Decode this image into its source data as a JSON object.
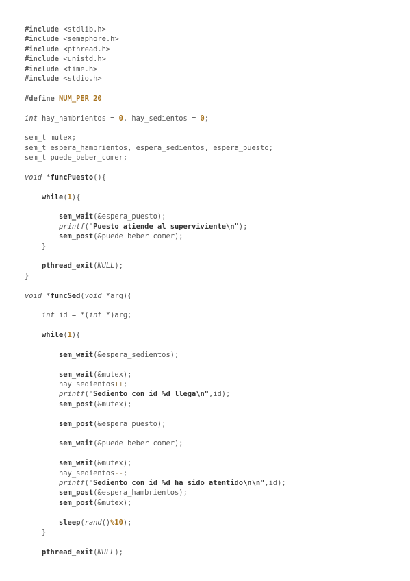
{
  "document": {
    "language": "c",
    "colors": {
      "background": "#ffffff",
      "text": "#555555",
      "number": "#a8731e"
    },
    "lines": [
      [
        [
          "pp",
          "#include "
        ],
        [
          "plain",
          "<stdlib.h>"
        ]
      ],
      [
        [
          "pp",
          "#include "
        ],
        [
          "plain",
          "<semaphore.h>"
        ]
      ],
      [
        [
          "pp",
          "#include "
        ],
        [
          "plain",
          "<pthread.h>"
        ]
      ],
      [
        [
          "pp",
          "#include "
        ],
        [
          "plain",
          "<unistd.h>"
        ]
      ],
      [
        [
          "pp",
          "#include "
        ],
        [
          "plain",
          "<time.h>"
        ]
      ],
      [
        [
          "pp",
          "#include "
        ],
        [
          "plain",
          "<stdio.h>"
        ]
      ],
      [],
      [
        [
          "pp",
          "#define "
        ],
        [
          "num",
          "NUM_PER 20"
        ]
      ],
      [],
      [
        [
          "kw",
          "int"
        ],
        [
          "plain",
          " hay_hambrientos = "
        ],
        [
          "num",
          "0"
        ],
        [
          "plain",
          ", hay_sedientos = "
        ],
        [
          "num",
          "0"
        ],
        [
          "plain",
          ";"
        ]
      ],
      [],
      [
        [
          "plain",
          "sem_t mutex;"
        ]
      ],
      [
        [
          "plain",
          "sem_t espera_hambrientos, espera_sedientos, espera_puesto;"
        ]
      ],
      [
        [
          "plain",
          "sem_t puede_beber_comer;"
        ]
      ],
      [],
      [
        [
          "kw",
          "void"
        ],
        [
          "plain",
          " *"
        ],
        [
          "fn",
          "funcPuesto"
        ],
        [
          "plain",
          "(){"
        ]
      ],
      [],
      [
        [
          "plain",
          "    "
        ],
        [
          "fn",
          "while"
        ],
        [
          "plain",
          "("
        ],
        [
          "num",
          "1"
        ],
        [
          "plain",
          "){"
        ]
      ],
      [],
      [
        [
          "plain",
          "        "
        ],
        [
          "fn",
          "sem_wait"
        ],
        [
          "plain",
          "(&espera_puesto);"
        ]
      ],
      [
        [
          "plain",
          "        "
        ],
        [
          "ital",
          "printf"
        ],
        [
          "plain",
          "("
        ],
        [
          "str",
          "\"Puesto atiende al superviviente\\n\""
        ],
        [
          "plain",
          ");"
        ]
      ],
      [
        [
          "plain",
          "        "
        ],
        [
          "fn",
          "sem_post"
        ],
        [
          "plain",
          "(&puede_beber_comer);"
        ]
      ],
      [
        [
          "plain",
          "    }"
        ]
      ],
      [],
      [
        [
          "plain",
          "    "
        ],
        [
          "fn",
          "pthread_exit"
        ],
        [
          "plain",
          "("
        ],
        [
          "ital",
          "NULL"
        ],
        [
          "plain",
          ");"
        ]
      ],
      [
        [
          "plain",
          "}"
        ]
      ],
      [],
      [
        [
          "kw",
          "void"
        ],
        [
          "plain",
          " *"
        ],
        [
          "fn",
          "funcSed"
        ],
        [
          "plain",
          "("
        ],
        [
          "kw",
          "void"
        ],
        [
          "plain",
          " *arg){"
        ]
      ],
      [],
      [
        [
          "plain",
          "    "
        ],
        [
          "kw",
          "int"
        ],
        [
          "plain",
          " id = *("
        ],
        [
          "kw",
          "int"
        ],
        [
          "plain",
          " *)arg;"
        ]
      ],
      [],
      [
        [
          "plain",
          "    "
        ],
        [
          "fn",
          "while"
        ],
        [
          "plain",
          "("
        ],
        [
          "num",
          "1"
        ],
        [
          "plain",
          "){"
        ]
      ],
      [],
      [
        [
          "plain",
          "        "
        ],
        [
          "fn",
          "sem_wait"
        ],
        [
          "plain",
          "(&espera_sedientos);"
        ]
      ],
      [],
      [
        [
          "plain",
          "        "
        ],
        [
          "fn",
          "sem_wait"
        ],
        [
          "plain",
          "(&mutex);"
        ]
      ],
      [
        [
          "plain",
          "        hay_sedientos"
        ],
        [
          "op",
          "++"
        ],
        [
          "plain",
          ";"
        ]
      ],
      [
        [
          "plain",
          "        "
        ],
        [
          "ital",
          "printf"
        ],
        [
          "plain",
          "("
        ],
        [
          "str",
          "\"Sediento con id %d llega\\n\""
        ],
        [
          "plain",
          ",id);"
        ]
      ],
      [
        [
          "plain",
          "        "
        ],
        [
          "fn",
          "sem_post"
        ],
        [
          "plain",
          "(&mutex);"
        ]
      ],
      [],
      [
        [
          "plain",
          "        "
        ],
        [
          "fn",
          "sem_post"
        ],
        [
          "plain",
          "(&espera_puesto);"
        ]
      ],
      [],
      [
        [
          "plain",
          "        "
        ],
        [
          "fn",
          "sem_wait"
        ],
        [
          "plain",
          "(&puede_beber_comer);"
        ]
      ],
      [],
      [
        [
          "plain",
          "        "
        ],
        [
          "fn",
          "sem_wait"
        ],
        [
          "plain",
          "(&mutex);"
        ]
      ],
      [
        [
          "plain",
          "        hay_sedientos"
        ],
        [
          "op",
          "--"
        ],
        [
          "plain",
          ";"
        ]
      ],
      [
        [
          "plain",
          "        "
        ],
        [
          "ital",
          "printf"
        ],
        [
          "plain",
          "("
        ],
        [
          "str",
          "\"Sediento con id %d ha sido atentido\\n\\n\""
        ],
        [
          "plain",
          ",id);"
        ]
      ],
      [
        [
          "plain",
          "        "
        ],
        [
          "fn",
          "sem_post"
        ],
        [
          "plain",
          "(&espera_hambrientos);"
        ]
      ],
      [
        [
          "plain",
          "        "
        ],
        [
          "fn",
          "sem_post"
        ],
        [
          "plain",
          "(&mutex);"
        ]
      ],
      [],
      [
        [
          "plain",
          "        "
        ],
        [
          "fn",
          "sleep"
        ],
        [
          "plain",
          "("
        ],
        [
          "ital",
          "rand"
        ],
        [
          "plain",
          "()"
        ],
        [
          "num",
          "%10"
        ],
        [
          "plain",
          ");"
        ]
      ],
      [
        [
          "plain",
          "    }"
        ]
      ],
      [],
      [
        [
          "plain",
          "    "
        ],
        [
          "fn",
          "pthread_exit"
        ],
        [
          "plain",
          "("
        ],
        [
          "ital",
          "NULL"
        ],
        [
          "plain",
          ");"
        ]
      ]
    ]
  }
}
